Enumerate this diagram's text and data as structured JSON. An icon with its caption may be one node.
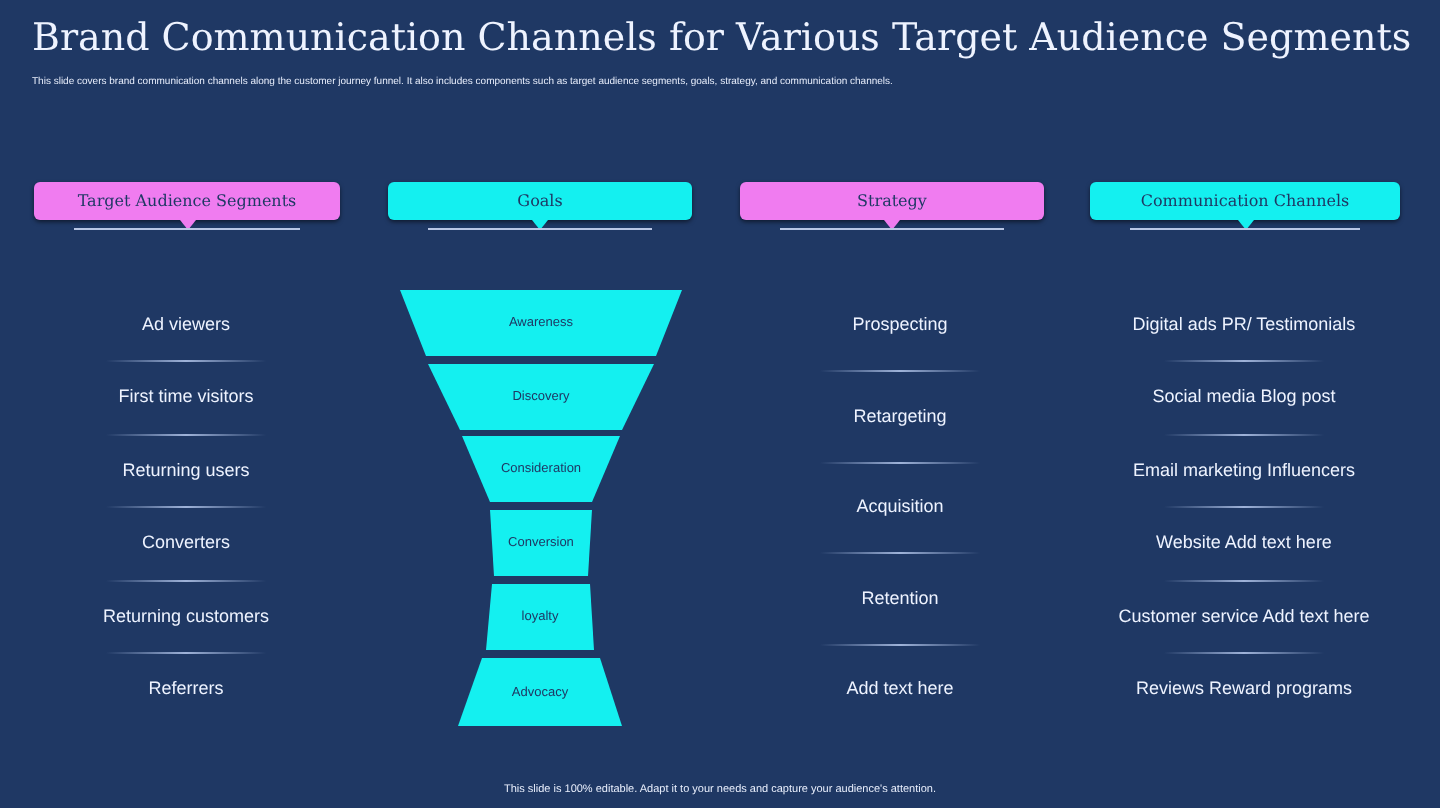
{
  "diagram": {
    "title": "Brand Communication Channels for Various Target Audience Segments",
    "caption": "This slide is 100% editable. Adapt it to your needs and capture your audience's attention.",
    "nodes": [
      {
        "text": [
          "Target Audience Segments"
        ]
      },
      {
        "text": [
          "Goals"
        ]
      },
      {
        "text": [
          "Strategy"
        ]
      },
      {
        "text": [
          "Communication Channels"
        ]
      },
      {
        "text": [
          "Awareness"
        ]
      },
      {
        "text": [
          "Discovery"
        ]
      },
      {
        "text": [
          "Consideration"
        ]
      },
      {
        "text": [
          "Conversion"
        ]
      },
      {
        "text": [
          "loyalty"
        ]
      },
      {
        "text": [
          "Advocacy"
        ]
      }
    ],
    "labels": [
      "This slide covers brand communication channels along the customer journey funnel. It also includes components such as target audience segments, goals, strategy, and communication channels.",
      "Ad viewers",
      "First time visitors",
      "Returning users",
      "Converters",
      "Returning customers",
      "Referrers",
      "Prospecting",
      "Retargeting",
      "Acquisition",
      "Retention",
      "Add text here",
      "Digital ads PR/ Testimonials",
      "Social media Blog post",
      "Email marketing Influencers",
      "Website Add text here",
      "Customer service Add text here",
      "Reviews Reward programs"
    ]
  }
}
